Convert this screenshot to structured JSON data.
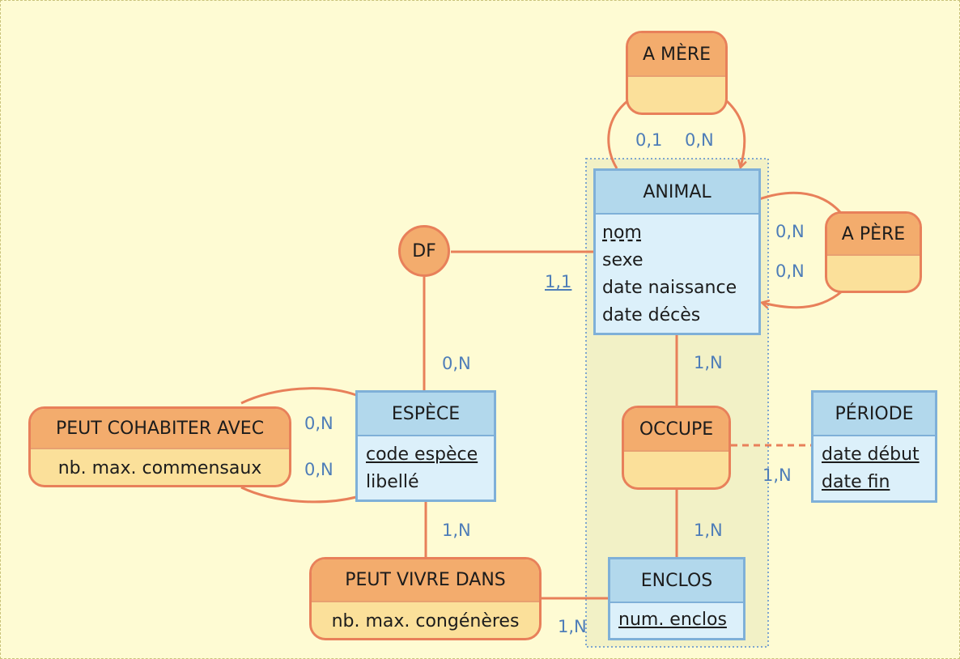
{
  "entities": {
    "animal": {
      "name": "ANIMAL",
      "attributes": [
        "nom",
        "sexe",
        "date naissance",
        "date décès"
      ]
    },
    "espece": {
      "name": "ESPÈCE",
      "attributes": [
        "code espèce",
        "libellé"
      ]
    },
    "enclos": {
      "name": "ENCLOS",
      "attributes": [
        "num. enclos"
      ]
    },
    "periode": {
      "name": "PÉRIODE",
      "attributes": [
        "date début",
        "date fin"
      ]
    }
  },
  "associations": {
    "a_mere": {
      "name": "A MÈRE",
      "attribute": ""
    },
    "a_pere": {
      "name": "A PÈRE",
      "attribute": ""
    },
    "occupe": {
      "name": "OCCUPE",
      "attribute": ""
    },
    "peut_cohabiter": {
      "name": "PEUT COHABITER AVEC",
      "attribute": "nb. max. commensaux"
    },
    "peut_vivre": {
      "name": "PEUT VIVRE DANS",
      "attribute": "nb. max. congénères"
    },
    "df": {
      "name": "DF"
    }
  },
  "cardinalities": {
    "mere_left": "0,1",
    "mere_right": "0,N",
    "pere_top": "0,N",
    "pere_bottom": "0,N",
    "df_animal": "1,1",
    "df_espece": "0,N",
    "cohab_top": "0,N",
    "cohab_bottom": "0,N",
    "espece_vivre": "1,N",
    "animal_occupe": "1,N",
    "occupe_enclos": "1,N",
    "occupe_periode": "1,N",
    "vivre_enclos": "1,N"
  },
  "colors": {
    "entity_fill": "#dcf0fa",
    "entity_header": "#b2d8ec",
    "entity_border": "#7fb0d8",
    "assoc_fill": "#fbe09a",
    "assoc_header": "#f3ac6d",
    "assoc_border": "#e8805a",
    "cardinality_text": "#4e7db8",
    "background": "#fefbd3"
  }
}
